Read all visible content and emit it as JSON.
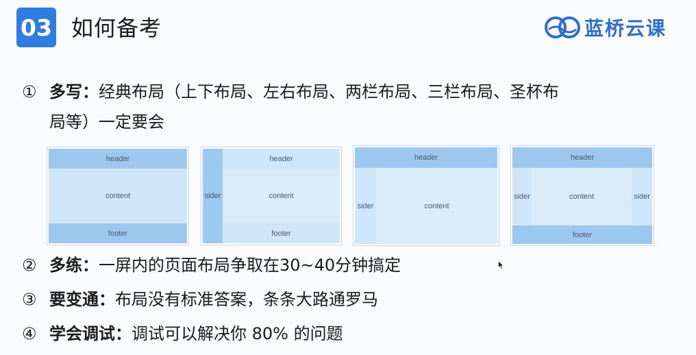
{
  "header": {
    "number": "03",
    "title": "如何备考",
    "brand": "蓝桥云课"
  },
  "points": [
    {
      "marker": "①",
      "key": "多写：",
      "text": "经典布局（上下布局、左右布局、两栏布局、三栏布局、圣杯布",
      "text2": "局等）一定要会"
    },
    {
      "marker": "②",
      "key": "多练：",
      "text": "一屏内的页面布局争取在30~40分钟搞定"
    },
    {
      "marker": "③",
      "key": "要变通：",
      "text": "布局没有标准答案，条条大路通罗马"
    },
    {
      "marker": "④",
      "key": "学会调试：",
      "text": "调试可以解决你 80% 的问题"
    }
  ],
  "layouts": {
    "l1": {
      "header": "header",
      "content": "content",
      "footer": "footer"
    },
    "l2": {
      "sider": "sider",
      "header": "header",
      "content": "content",
      "footer": "footer"
    },
    "l3": {
      "header": "header",
      "sider": "sider",
      "content": "content"
    },
    "l4": {
      "header": "header",
      "sider_left": "sider",
      "content": "content",
      "sider_right": "sider",
      "footer": "footer"
    }
  },
  "colors": {
    "badge": "#2f7de1",
    "brand": "#2f6fc9",
    "block_dark": "#9cc8f0",
    "block_light": "#cfe6f9"
  }
}
